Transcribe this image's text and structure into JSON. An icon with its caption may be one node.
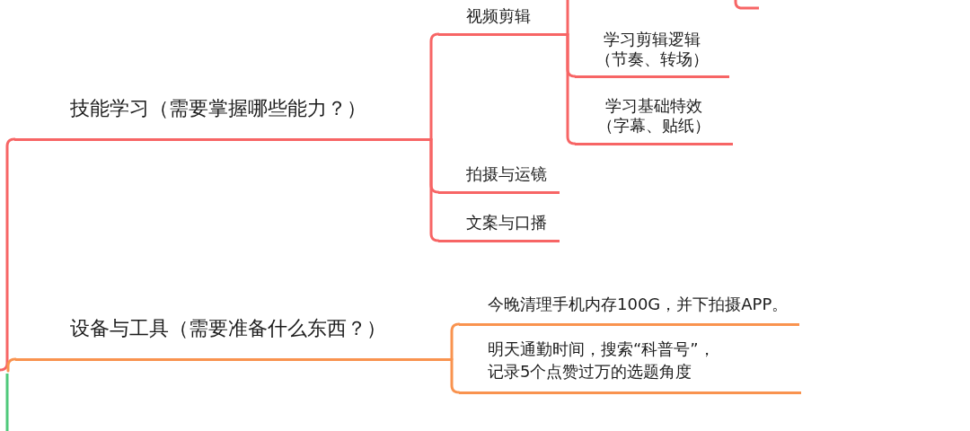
{
  "diagram": {
    "nodes": [
      {
        "text": [
          "技能学习（需要掌握哪些能力？）"
        ]
      },
      {
        "text": [
          "视频剪辑"
        ]
      },
      {
        "text": [
          "学习剪辑逻辑（节奏、转场）"
        ]
      },
      {
        "text": [
          "学习基础特效（字幕、贴纸）"
        ]
      },
      {
        "text": [
          "拍摄与运镜"
        ]
      },
      {
        "text": [
          "文案与口播"
        ]
      },
      {
        "text": [
          "设备与工具（需要准备什么东西？）"
        ]
      },
      {
        "text": [
          "今晚清理手机内存100G，并下拍摄APP。"
        ]
      },
      {
        "text": [
          "明天通勤时间，搜索“科普号”，记录5个点赞过万的选题角度"
        ]
      }
    ],
    "edges": [
      {
        "from": null,
        "to": 0,
        "arrow": "none"
      },
      {
        "from": 0,
        "to": 1,
        "arrow": "none"
      },
      {
        "from": 1,
        "to": 2,
        "arrow": "none"
      },
      {
        "from": 1,
        "to": 3,
        "arrow": "none"
      },
      {
        "from": 1,
        "to": null,
        "arrow": "none"
      },
      {
        "from": 0,
        "to": 4,
        "arrow": "none"
      },
      {
        "from": 0,
        "to": 5,
        "arrow": "none"
      },
      {
        "from": null,
        "to": 6,
        "arrow": "none",
        "color": "#f9934f"
      },
      {
        "from": 6,
        "to": 7,
        "arrow": "none",
        "color": "#f9934f"
      },
      {
        "from": 6,
        "to": 8,
        "arrow": "none",
        "color": "#f9934f"
      }
    ]
  }
}
